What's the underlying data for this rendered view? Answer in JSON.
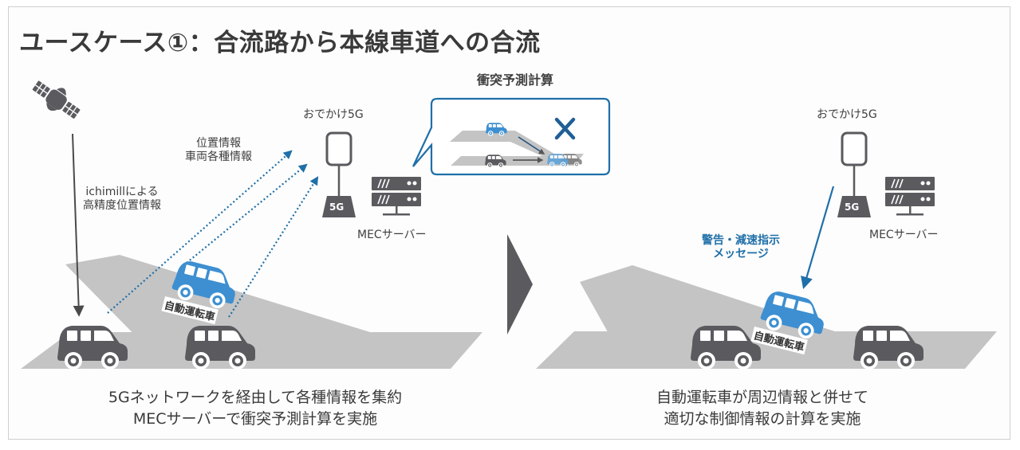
{
  "title": "ユースケース①：合流路から本線車道への合流",
  "left_panel": {
    "satellite_label": "ichimillによる\n高精度位置情報",
    "satellite_label_lines": [
      "ichimillによる",
      "高精度位置情報"
    ],
    "uplink_label_lines": [
      "位置情報",
      "車両各種情報"
    ],
    "base_station_label": "おでかけ5G",
    "base_station_badge": "5G",
    "server_label": "MECサーバー",
    "autonomous_car_label": "自動運転車",
    "callout": {
      "title": "衝突予測計算",
      "result_icon": "cross-icon"
    },
    "caption_lines": [
      "5Gネットワークを経由して各種情報を集約",
      "MECサーバーで衝突予測計算を実施"
    ]
  },
  "right_panel": {
    "base_station_label": "おでかけ5G",
    "base_station_badge": "5G",
    "server_label": "MECサーバー",
    "downlink_label_lines": [
      "警告・減速指示",
      "メッセージ"
    ],
    "autonomous_car_label": "自動運転車",
    "caption_lines": [
      "自動運転車が周辺情報と併せて",
      "適切な制御情報の計算を実施"
    ]
  },
  "colors": {
    "text": "#3a3a3a",
    "icon_gray": "#5a5a5f",
    "road_gray": "#c8c8c8",
    "autonomous_blue": "#3d8fd1",
    "accent_blue": "#1f6fa8",
    "callout_border": "#1f6fa8"
  }
}
